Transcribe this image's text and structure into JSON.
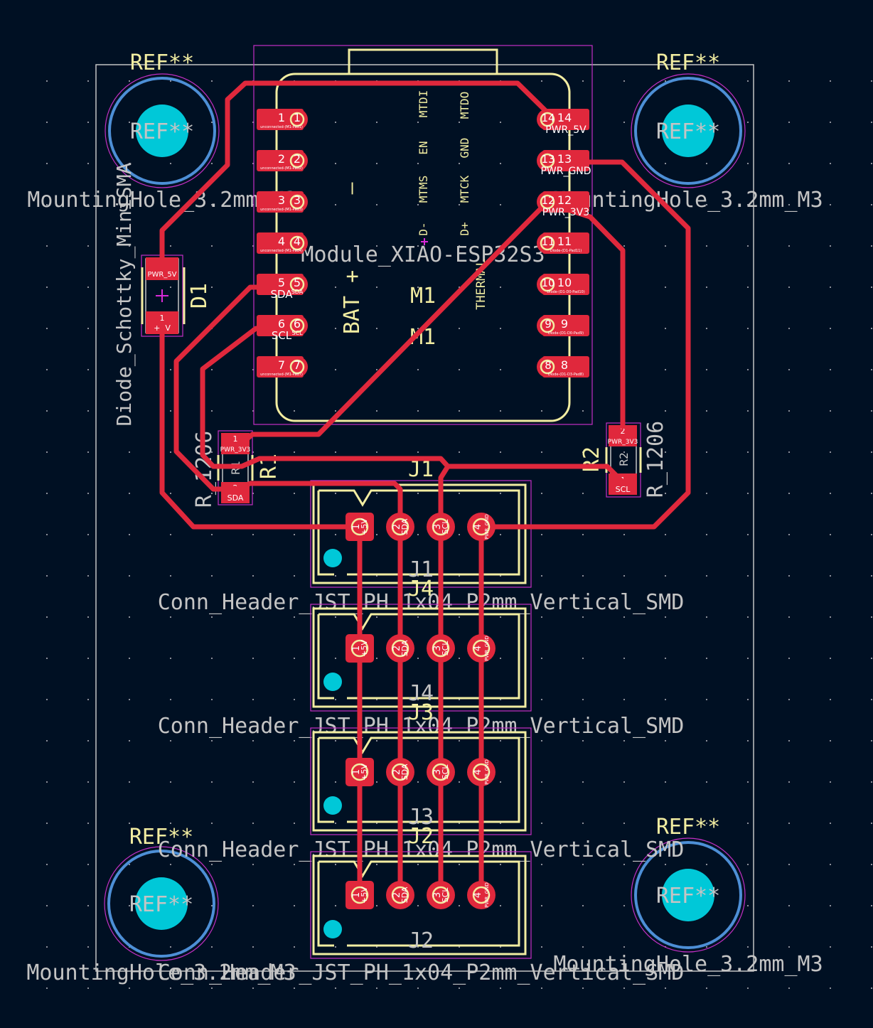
{
  "board": {
    "colors": {
      "background": "#001023",
      "copper": "#e0283c",
      "silkscreen": "#f2eda1",
      "fab": "#c4c4c4",
      "courtyard": "#c42fc4",
      "drill": "#00c8d8"
    }
  },
  "mounting_holes": [
    {
      "ref": "REF**",
      "inner_ref": "REF**",
      "value": "MountingHole_3.2mm_M3"
    },
    {
      "ref": "REF**",
      "inner_ref": "REF**",
      "value": "MountingHole_3.2mm_M3"
    },
    {
      "ref": "REF**",
      "inner_ref": "REF**",
      "value": "MountingHole_3.2mm_M3"
    },
    {
      "ref": "REF**",
      "inner_ref": "REF**",
      "value": "MountingHole_3.2mm_M3"
    }
  ],
  "module": {
    "ref_silk": "M1",
    "ref_fab": "M1",
    "value": "Module_XIAO-ESP32S3",
    "bat_label": "BAT +",
    "minus_label": "—",
    "thermal_label": "THERMAL",
    "jtag_labels": [
      "MTDI",
      "EN",
      "MTMS",
      "D-",
      "MTDO",
      "GND",
      "MTCK",
      "D+"
    ],
    "left_pads": [
      {
        "num": "1",
        "net": "unconnected-(M1-Pad1)"
      },
      {
        "num": "2",
        "net": "unconnected-(M1-Pad2)"
      },
      {
        "num": "3",
        "net": "unconnected-(M1-Pad3)"
      },
      {
        "num": "4",
        "net": "unconnected-(M1-Pad4)"
      },
      {
        "num": "5",
        "net": "SDA"
      },
      {
        "num": "6",
        "net": "SCL"
      },
      {
        "num": "7",
        "net": "unconnected-(M1-Pad7)"
      }
    ],
    "right_pads": [
      {
        "num": "14",
        "net": "PWR_5V"
      },
      {
        "num": "13",
        "net": "PWR_GND"
      },
      {
        "num": "12",
        "net": "PWR_3V3"
      },
      {
        "num": "11",
        "net": "Diode-(D1-Pad11)"
      },
      {
        "num": "10",
        "net": "Diode-(D1-D0-Pad10)"
      },
      {
        "num": "9",
        "net": "Diode-(D1-D0-Pad9)"
      },
      {
        "num": "8",
        "net": "Diode-(D1-D3-Pad8)"
      }
    ]
  },
  "diode": {
    "ref": "D1",
    "value": "Diode_Schottky_MiniSMA",
    "pads": [
      {
        "num": "2",
        "net": "PWR_5V"
      },
      {
        "num": "1",
        "net": "+5V"
      }
    ]
  },
  "r1": {
    "ref": "R1",
    "fab_ref": "R1",
    "value": "R_1206",
    "pads": [
      {
        "num": "1",
        "net": "PWR_3V3"
      },
      {
        "num": "2",
        "net": "SDA"
      }
    ]
  },
  "r2": {
    "ref": "R2",
    "fab_ref": "R2",
    "value": "R_1206",
    "pads": [
      {
        "num": "2",
        "net": "PWR_3V3"
      },
      {
        "num": "1",
        "net": "SCL"
      }
    ]
  },
  "connectors": [
    {
      "ref": "J1",
      "fab_ref": "J1",
      "value": "Conn_Header_JST_PH_1x04_P2mm_Vertical_SMD"
    },
    {
      "ref": "J4",
      "fab_ref": "J4",
      "value": "Conn_Header_JST_PH_1x04_P2mm_Vertical_SMD"
    },
    {
      "ref": "J3",
      "fab_ref": "J3",
      "value": "Conn_Header_JST_PH_1x04_P2mm_Vertical_SMD"
    },
    {
      "ref": "J2",
      "fab_ref": "J2",
      "value": "Conn_Header_JST_PH_1x04_P2mm_Vertical_SMD"
    }
  ],
  "connector_pins": [
    {
      "num": "1",
      "net": "+5V"
    },
    {
      "num": "2",
      "net": "SDA"
    },
    {
      "num": "3",
      "net": "SCL"
    },
    {
      "num": "4",
      "net": "PWR_GND"
    }
  ]
}
